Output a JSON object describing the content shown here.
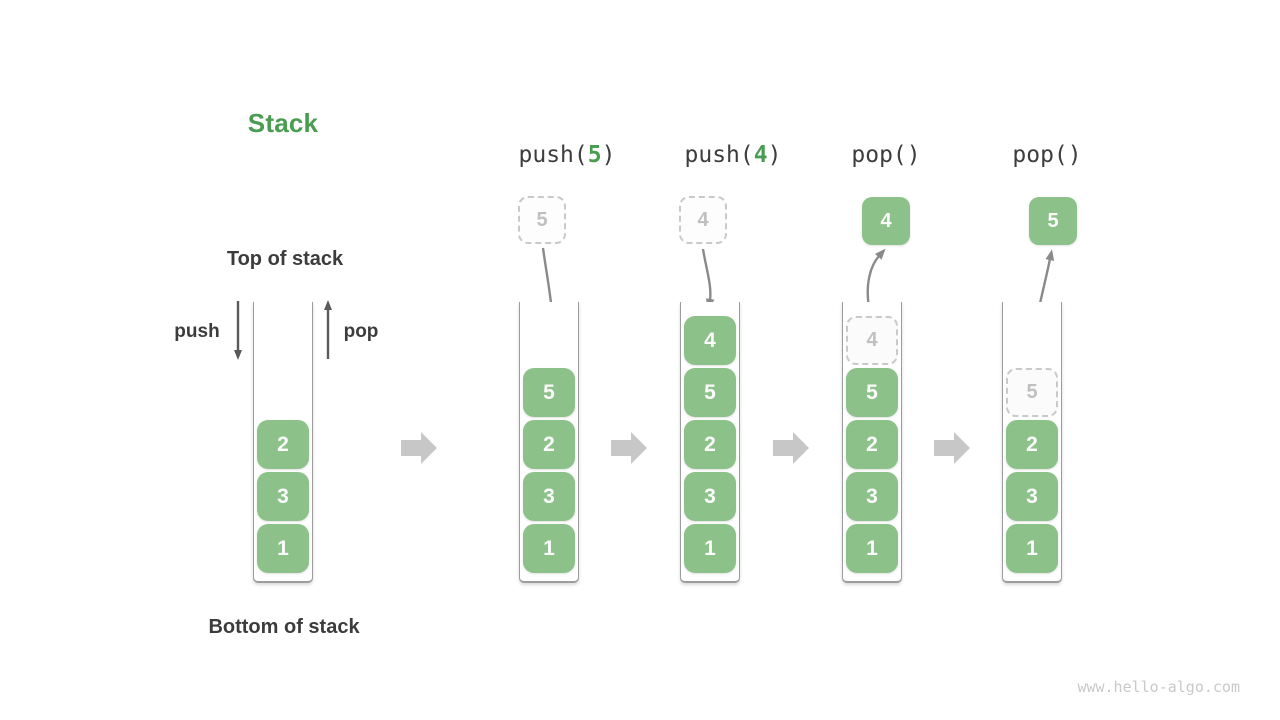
{
  "title": "Stack",
  "annotations": {
    "top_of_stack": "Top of stack",
    "bottom_of_stack": "Bottom of stack",
    "push_label": "push",
    "pop_label": "pop"
  },
  "operations": [
    {
      "pre": "push(",
      "arg": "5",
      "post": ")"
    },
    {
      "pre": "push(",
      "arg": "4",
      "post": ")"
    },
    {
      "pre": "pop()",
      "arg": "",
      "post": ""
    },
    {
      "pre": "pop()",
      "arg": "",
      "post": ""
    }
  ],
  "stacks": [
    {
      "cells": [
        "2",
        "3",
        "1"
      ]
    },
    {
      "pending": "5",
      "cells": [
        "5",
        "2",
        "3",
        "1"
      ]
    },
    {
      "pending": "4",
      "cells": [
        "4",
        "5",
        "2",
        "3",
        "1"
      ]
    },
    {
      "popped": "4",
      "removed": "4",
      "cells": [
        "5",
        "2",
        "3",
        "1"
      ]
    },
    {
      "popped": "5",
      "removed": "5",
      "cells": [
        "2",
        "3",
        "1"
      ]
    }
  ],
  "watermark": "www.hello-algo.com",
  "colors": {
    "accent_green": "#4a9d50",
    "cell_green": "#8cc289",
    "text_dark": "#3c3c3c",
    "arrow_gray": "#8a8a8a",
    "flow_arrow_gray": "#c7c7c7",
    "dashed_gray": "#c9c9c9"
  }
}
